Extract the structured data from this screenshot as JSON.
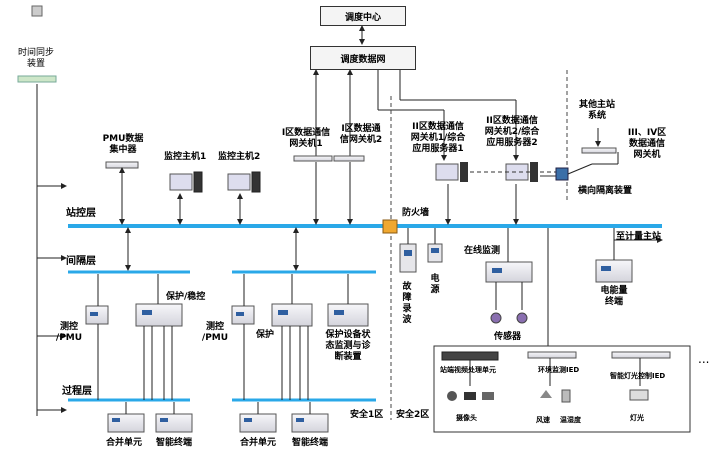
{
  "top": {
    "dispatch_center": "调度中心",
    "dispatch_network": "调度数据网"
  },
  "time_sync": {
    "label": "时间同步\n装置"
  },
  "layers": {
    "station": "站控层",
    "bay": "间隔层",
    "process": "过程层"
  },
  "station_devices": {
    "pmu_concentrator": "PMU数据\n集中器",
    "monitor_host1": "监控主机1",
    "monitor_host2": "监控主机2",
    "gateway_i_1": "I区数据通信\n网关机1",
    "gateway_i_2": "I区数据通\n信网关机2",
    "gateway_ii_1": "II区数据通信\n网关机1/综合\n应用服务器1",
    "gateway_ii_2": "II区数据通信\n网关机2/综合\n应用服务器2",
    "other_master": "其他主站\n系统",
    "gateway_iii_iv": "III、IV区\n数据通信\n网关机",
    "horizontal_isolation": "横向隔离装置",
    "firewall": "防火墙",
    "to_metering_master": "至计量主站"
  },
  "bay_devices": {
    "measure_pmu_1": "测控\n/PMU",
    "protect_control": "保护/稳控",
    "measure_pmu_2": "测控\n/PMU",
    "protect": "保护",
    "protection_monitor": "保护设备状\n态监测与诊\n断装置",
    "fault_recorder": "故\n障\n录\n波",
    "power_supply": "电\n源",
    "online_monitor": "在线监测",
    "sensor": "传感器",
    "energy_meter": "电能量\n终端"
  },
  "process_devices": {
    "merging_unit_1": "合并单元",
    "smart_terminal_1": "智能终端",
    "merging_unit_2": "合并单元",
    "smart_terminal_2": "智能终端"
  },
  "zones": {
    "zone1": "安全1区",
    "zone2": "安全2区"
  },
  "aux_box": {
    "video_unit": "站端视频处理单元",
    "camera": "摄像头",
    "env_ied": "环境监测IED",
    "wind": "风速",
    "temp_humidity": "温湿度",
    "lighting_ied": "智能灯光控制IED",
    "lighting": "灯光"
  },
  "ellipsis": "...",
  "colors": {
    "bus": "#2aa8e8",
    "line": "#222222",
    "device": "#e8e8ec",
    "firewall": "#f0a830"
  }
}
